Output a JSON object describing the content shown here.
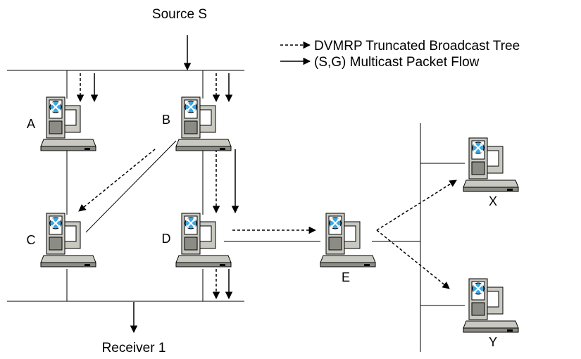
{
  "diagram": {
    "source_label": "Source S",
    "receiver_label": "Receiver 1",
    "legend": {
      "dashed_label": "DVMRP Truncated Broadcast Tree",
      "solid_label": "(S,G) Multicast Packet Flow"
    },
    "routers": [
      {
        "id": "A",
        "label": "A"
      },
      {
        "id": "B",
        "label": "B"
      },
      {
        "id": "C",
        "label": "C"
      },
      {
        "id": "D",
        "label": "D"
      },
      {
        "id": "E",
        "label": "E"
      },
      {
        "id": "X",
        "label": "X"
      },
      {
        "id": "Y",
        "label": "Y"
      }
    ],
    "colors": {
      "line": "#000000",
      "router_body": "#c9c9c2",
      "router_dark": "#8c8c86",
      "router_screen": "#ffffff",
      "router_icon": "#3aa8e6"
    }
  }
}
